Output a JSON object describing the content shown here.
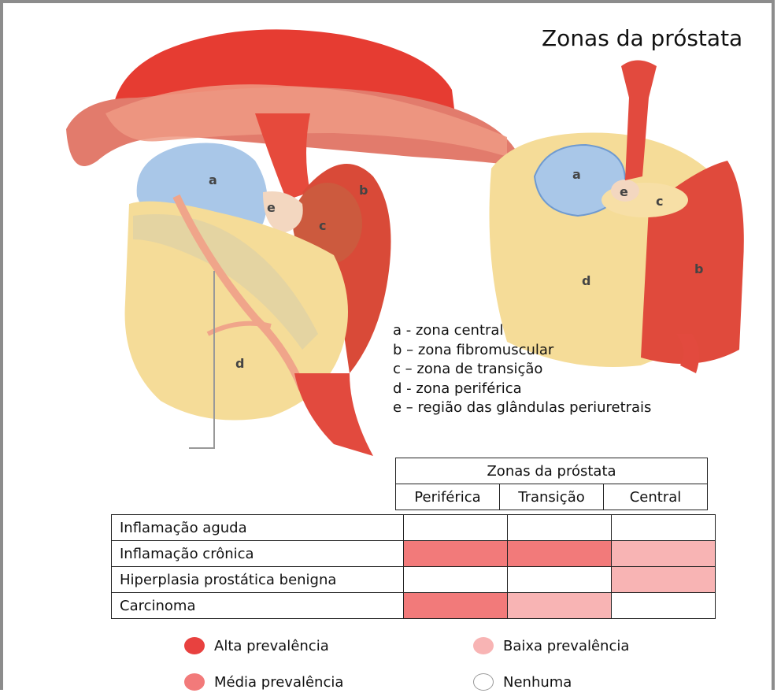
{
  "title": "Zonas da próstata",
  "figure_labels": {
    "a": "a",
    "b": "b",
    "c": "c",
    "d": "d",
    "e": "e"
  },
  "zone_legend": [
    "a - zona central",
    "b – zona fibromuscular",
    "c – zona de transição",
    "d - zona periférica",
    "e – região das glândulas periuretrais"
  ],
  "table": {
    "group_header": "Zonas da próstata",
    "columns": [
      "Periférica",
      "Transição",
      "Central"
    ],
    "rows": [
      {
        "label": "Inflamação aguda",
        "levels": [
          "none",
          "none",
          "none"
        ]
      },
      {
        "label": "Inflamação crônica",
        "levels": [
          "media",
          "media",
          "baixa"
        ]
      },
      {
        "label": "Hiperplasia prostática benigna",
        "levels": [
          "none",
          "none",
          "baixa"
        ]
      },
      {
        "label": "Carcinoma",
        "levels": [
          "media",
          "baixa",
          "none"
        ]
      }
    ]
  },
  "prevalence_key": [
    {
      "label": "Alta prevalência",
      "level": "alta"
    },
    {
      "label": "Baixa prevalência",
      "level": "baixa"
    },
    {
      "label": "Média prevalência",
      "level": "media"
    },
    {
      "label": "Nenhuma",
      "level": "none"
    }
  ],
  "colors": {
    "alta": "#e8413f",
    "media": "#f27a7a",
    "baixa": "#f8b4b4",
    "none": "#ffffff",
    "zone_a": "#a9c7e8",
    "zone_d": "#f5dc98",
    "muscle": "#dc4a3a"
  }
}
